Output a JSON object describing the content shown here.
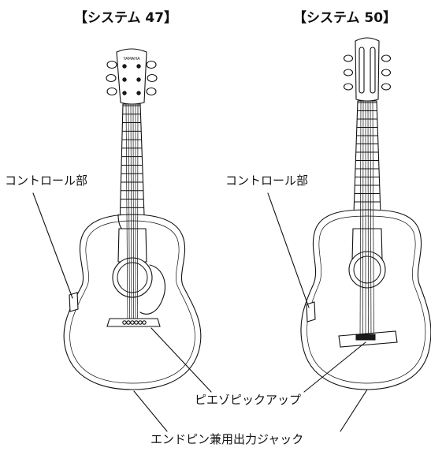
{
  "titles": {
    "left": "【システム 47】",
    "right": "【システム 50】"
  },
  "labels": {
    "control_left": "コントロール部",
    "control_right": "コントロール部",
    "piezo": "ピエゾピックアップ",
    "endpin": "エンドピン兼用出力ジャック"
  },
  "headstock_brand": "YAMAHA"
}
